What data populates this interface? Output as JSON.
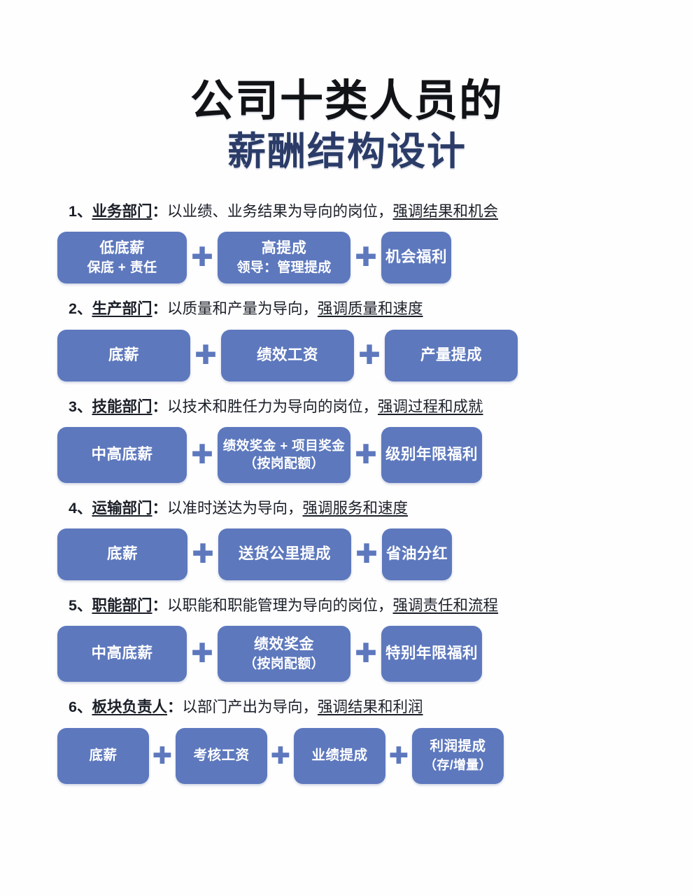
{
  "title": {
    "line1": "公司十类人员的",
    "line2": "薪酬结构设计"
  },
  "colors": {
    "box_blue": "#5d78bd",
    "title_dark": "#111316",
    "title_blue": "#2b3c68",
    "background": "#ffffff"
  },
  "plus_symbol": "✚",
  "sections": [
    {
      "index": "1、",
      "dept": "业务部门",
      "colon": "：",
      "desc": "以业绩、业务结果为导向的岗位，",
      "emph": "强调结果和机会",
      "boxes": [
        {
          "l1": "低底薪",
          "l2": "保底 + 责任"
        },
        {
          "l1": "高提成",
          "l2": "领导：管理提成"
        },
        {
          "l1": "机会福利",
          "l2": ""
        }
      ]
    },
    {
      "index": "2、",
      "dept": "生产部门",
      "colon": "：",
      "desc": "以质量和产量为导向，",
      "emph": "强调质量和速度",
      "boxes": [
        {
          "l1": "底薪",
          "l2": ""
        },
        {
          "l1": "绩效工资",
          "l2": ""
        },
        {
          "l1": "产量提成",
          "l2": ""
        }
      ]
    },
    {
      "index": "3、",
      "dept": "技能部门",
      "colon": "：",
      "desc": "以技术和胜任力为导向的岗位，",
      "emph": "强调过程和成就",
      "boxes": [
        {
          "l1": "中高底薪",
          "l2": ""
        },
        {
          "l1": "绩效奖金 + 项目奖金",
          "l2": "（按岗配额）"
        },
        {
          "l1": "级别年限福利",
          "l2": ""
        }
      ]
    },
    {
      "index": "4、",
      "dept": "运输部门",
      "colon": "：",
      "desc": "以准时送达为导向，",
      "emph": "强调服务和速度",
      "boxes": [
        {
          "l1": "底薪",
          "l2": ""
        },
        {
          "l1": "送货公里提成",
          "l2": ""
        },
        {
          "l1": "省油分红",
          "l2": ""
        }
      ]
    },
    {
      "index": "5、",
      "dept": "职能部门",
      "colon": "：",
      "desc": "以职能和职能管理为导向的岗位，",
      "emph": "强调责任和流程",
      "boxes": [
        {
          "l1": "中高底薪",
          "l2": ""
        },
        {
          "l1": "绩效奖金",
          "l2": "（按岗配额）"
        },
        {
          "l1": "特别年限福利",
          "l2": ""
        }
      ]
    },
    {
      "index": "6、",
      "dept": "板块负责人",
      "colon": "：",
      "desc": "以部门产出为导向，",
      "emph": "强调结果和利润",
      "boxes": [
        {
          "l1": "底薪",
          "l2": ""
        },
        {
          "l1": "考核工资",
          "l2": ""
        },
        {
          "l1": "业绩提成",
          "l2": ""
        },
        {
          "l1": "利润提成",
          "l2": "（存/增量）"
        }
      ]
    }
  ]
}
